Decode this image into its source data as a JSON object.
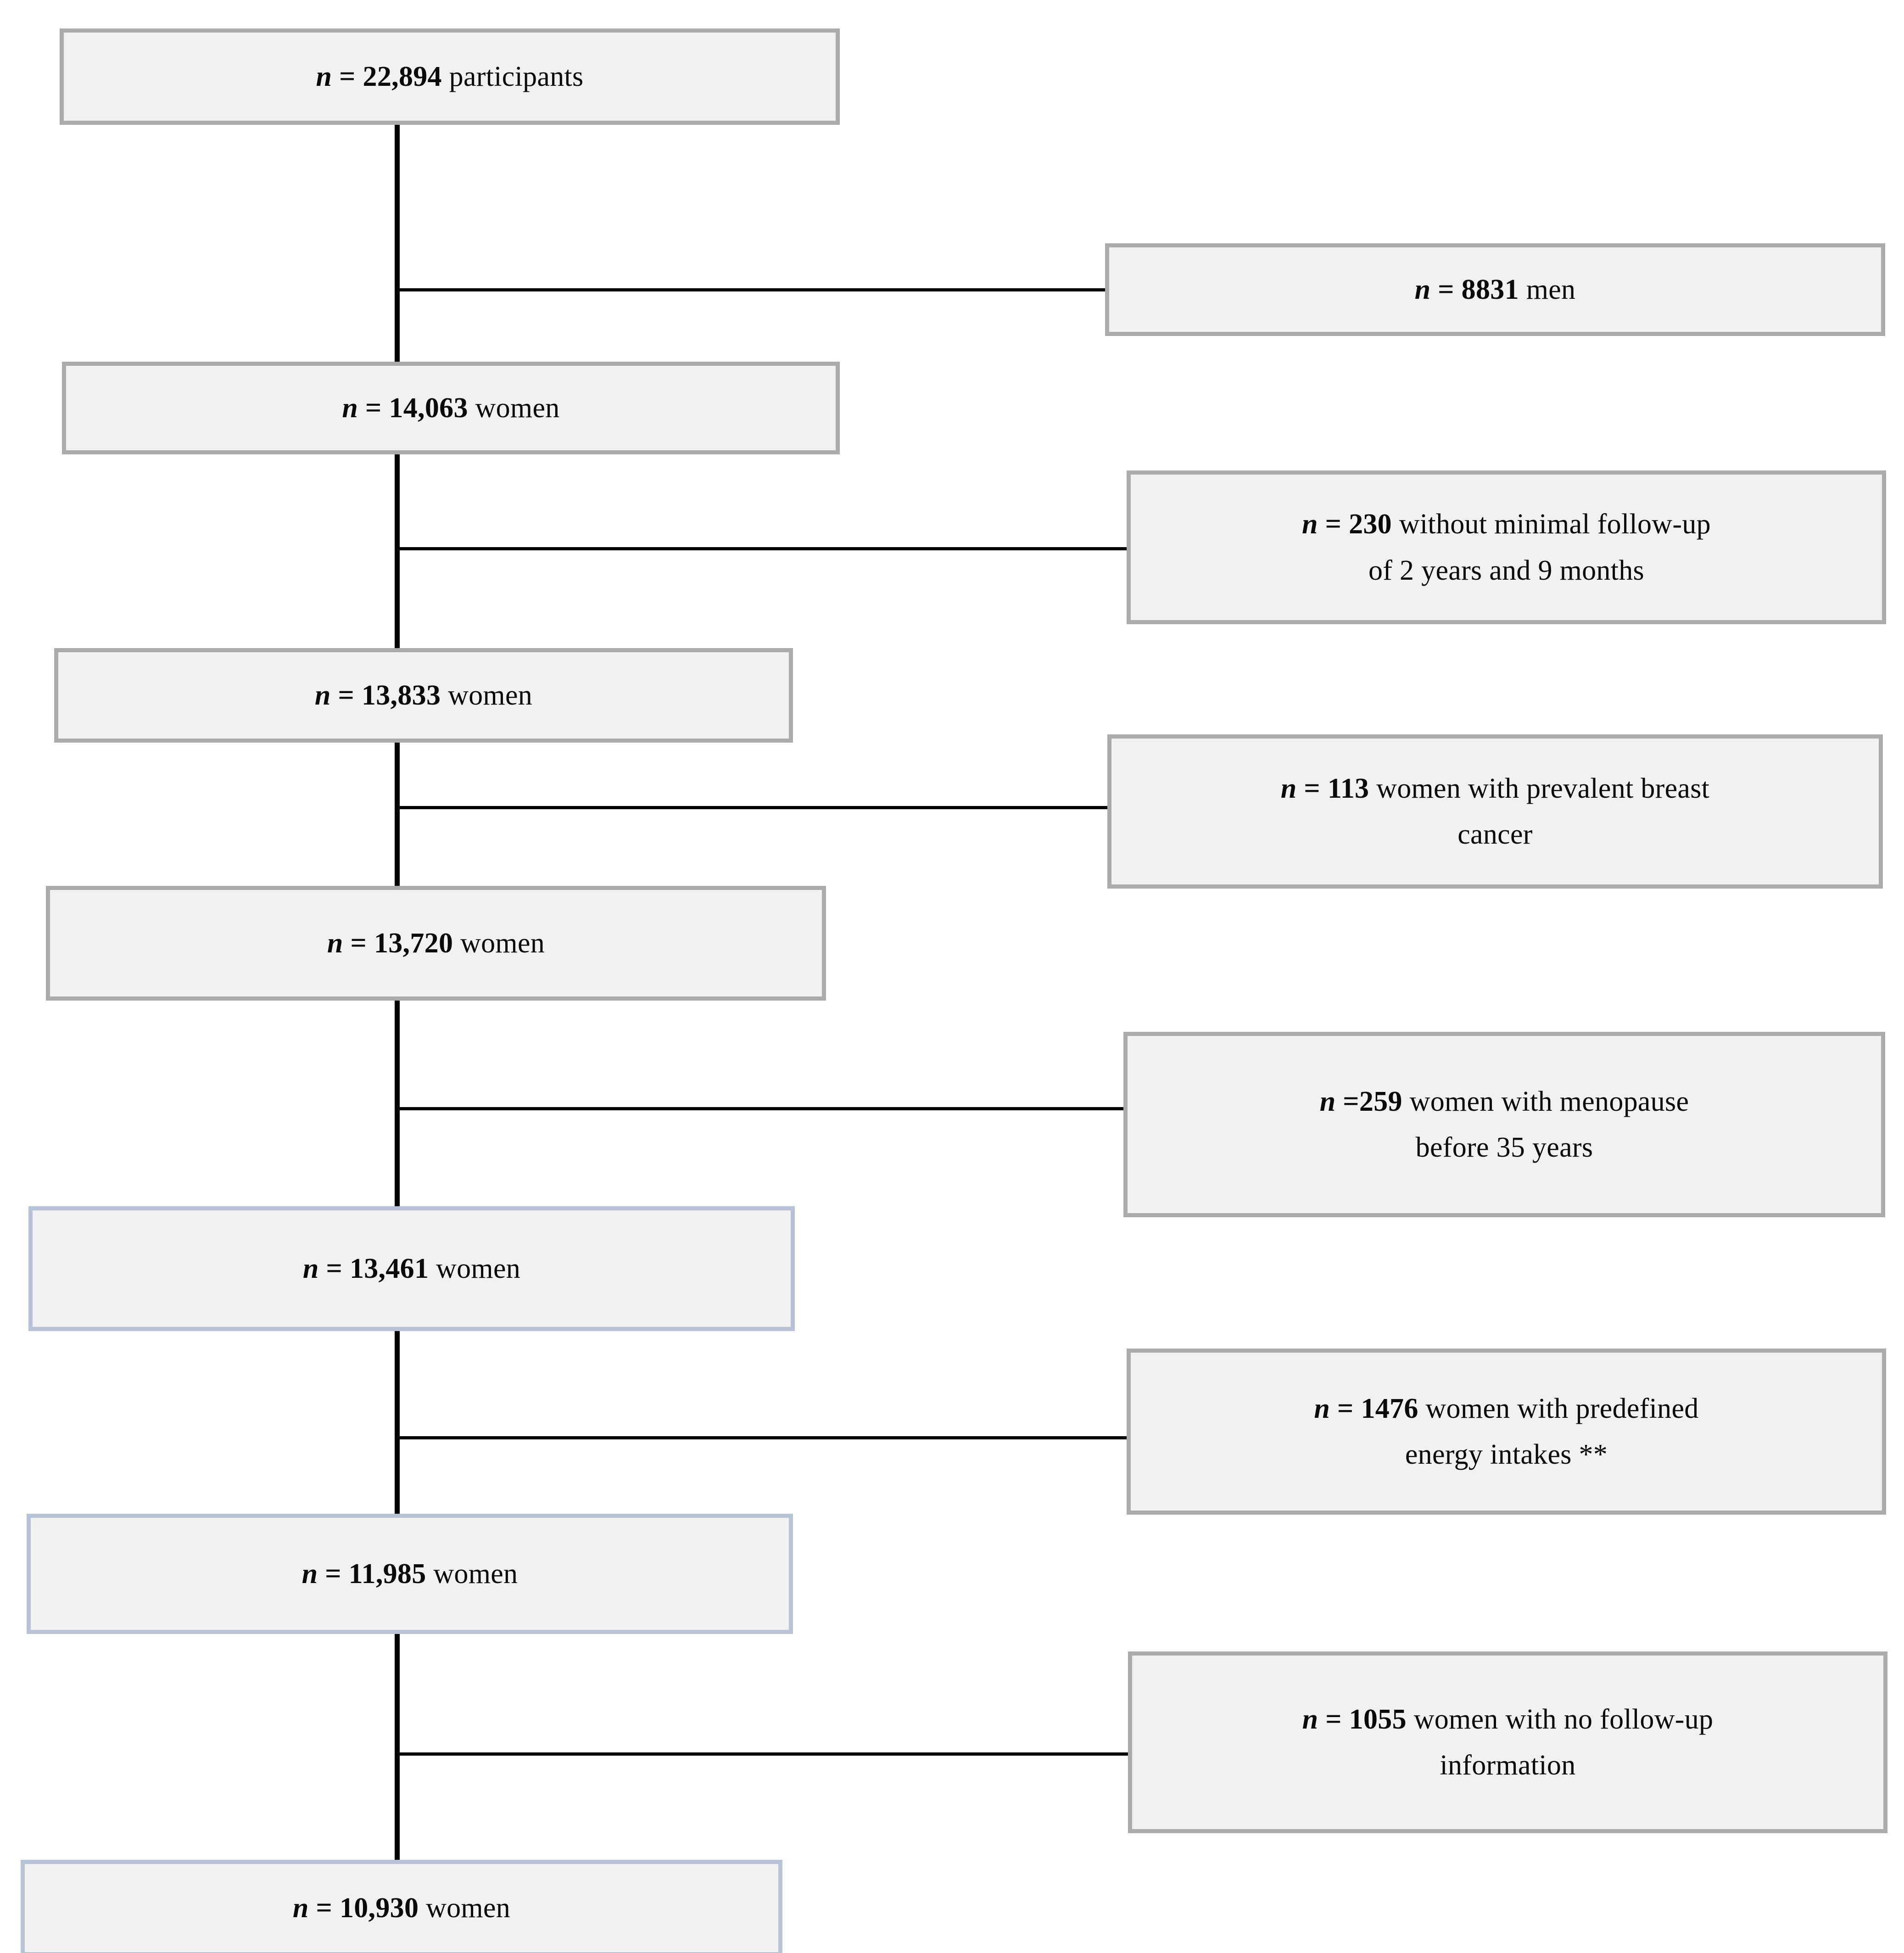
{
  "figure": {
    "kind": "participant-flow-diagram",
    "colors": {
      "box_fill": "#f1f1f1",
      "border_gray": "#ababab",
      "border_blue": "#b7c2d6",
      "connector": "#000000",
      "text": "#0a0a0a"
    }
  },
  "main_nodes": [
    {
      "id": "n-participants",
      "symbol": "n",
      "eq": "= 22,894",
      "label": "participants",
      "full": "n = 22,894 participants"
    },
    {
      "id": "n-women-14063",
      "symbol": "n",
      "eq": "= 14,063",
      "label": "women",
      "full": "n = 14,063 women"
    },
    {
      "id": "n-women-13833",
      "symbol": "n",
      "eq": "= 13,833",
      "label": "women",
      "full": "n = 13,833 women"
    },
    {
      "id": "n-women-13720",
      "symbol": "n",
      "eq": "= 13,720",
      "label": "women",
      "full": "n = 13,720 women"
    },
    {
      "id": "n-women-13461",
      "symbol": "n",
      "eq": "= 13,461",
      "label": "women",
      "full": "n = 13,461 women"
    },
    {
      "id": "n-women-11985",
      "symbol": "n",
      "eq": "= 11,985",
      "label": "women",
      "full": "n = 11,985 women"
    },
    {
      "id": "n-women-10930",
      "symbol": "n",
      "eq": "= 10,930",
      "label": "women",
      "full": "n = 10,930 women"
    }
  ],
  "exclusion_nodes": [
    {
      "id": "ex-men",
      "symbol": "n",
      "eq": "= 8831",
      "line1": "men",
      "line2": "",
      "full": "n = 8831 men"
    },
    {
      "id": "ex-followup-min",
      "symbol": "n",
      "eq": "= 230",
      "line1": "without minimal follow-up",
      "line2": "of 2 years and 9 months",
      "full": "n = 230 without minimal follow-up of 2 years and 9 months"
    },
    {
      "id": "ex-prevalent-breast-cancer",
      "symbol": "n",
      "eq": "= 113",
      "line1": "women with prevalent breast",
      "line2": "cancer",
      "full": "n = 113 women with prevalent breast cancer"
    },
    {
      "id": "ex-early-menopause",
      "symbol": "n",
      "eq": "=259",
      "line1": "women with menopause",
      "line2": "before 35 years",
      "full": "n =259 women with menopause before 35 years"
    },
    {
      "id": "ex-predefined-energy",
      "symbol": "n",
      "eq": "= 1476",
      "line1": "women with predefined",
      "line2": "energy intakes **",
      "full": "n = 1476 women with predefined energy intakes **"
    },
    {
      "id": "ex-no-followup-info",
      "symbol": "n",
      "eq": "= 1055",
      "line1": "women with no follow-up",
      "line2": "information",
      "full": "n = 1055 women with no follow-up information"
    }
  ]
}
